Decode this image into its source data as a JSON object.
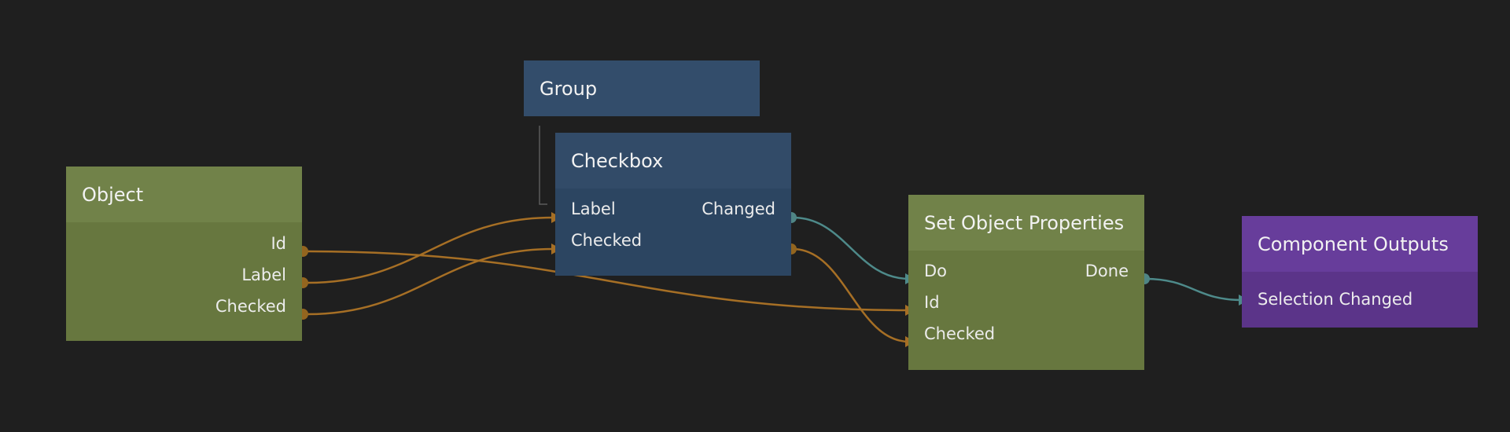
{
  "colors": {
    "background": "#1f1f1f",
    "data_wire": "#a66f25",
    "signal_wire": "#4e8a8a",
    "data_port": "#93651f",
    "signal_port": "#4f8585",
    "group_line": "#5c5c5c"
  },
  "nodes": {
    "group": {
      "title": "Group"
    },
    "checkbox": {
      "title": "Checkbox",
      "inputs": {
        "label": "Label",
        "checked": "Checked"
      },
      "outputs": {
        "changed": "Changed"
      }
    },
    "object": {
      "title": "Object",
      "outputs": {
        "id": "Id",
        "label": "Label",
        "checked": "Checked"
      }
    },
    "set_object_properties": {
      "title": "Set Object Properties",
      "inputs": {
        "do": "Do",
        "id": "Id",
        "checked": "Checked"
      },
      "outputs": {
        "done": "Done"
      }
    },
    "component_outputs": {
      "title": "Component Outputs",
      "inputs": {
        "selection_changed": "Selection Changed"
      }
    }
  }
}
